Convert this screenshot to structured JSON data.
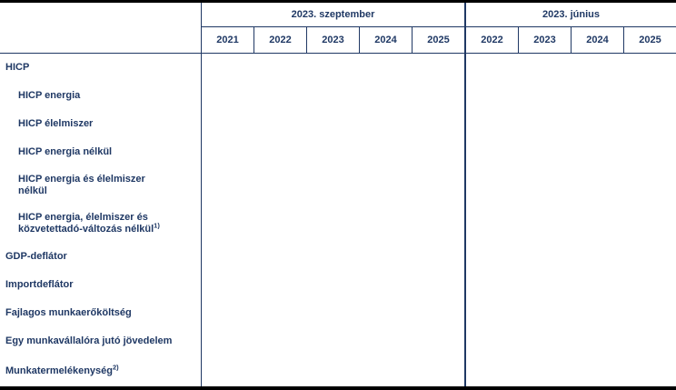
{
  "header": {
    "groups": [
      {
        "label": "2023. szeptember",
        "years": [
          "2021",
          "2022",
          "2023",
          "2024",
          "2025"
        ]
      },
      {
        "label": "2023. június",
        "years": [
          "2022",
          "2023",
          "2024",
          "2025"
        ]
      }
    ]
  },
  "rows": [
    {
      "label": "HICP",
      "sup": "",
      "indent": false
    },
    {
      "label": "HICP energia",
      "sup": "",
      "indent": true
    },
    {
      "label": "HICP élelmiszer",
      "sup": "",
      "indent": true
    },
    {
      "label": "HICP energia nélkül",
      "sup": "",
      "indent": true
    },
    {
      "label": "HICP energia és élelmiszer nélkül",
      "lines": [
        "HICP energia és élelmiszer",
        "nélkül"
      ],
      "sup": "",
      "indent": true
    },
    {
      "label": "HICP energia, élelmiszer és közvetettadó-változás nélkül",
      "lines": [
        "HICP energia, élelmiszer és",
        "közvetettadó-változás nélkül"
      ],
      "sup": "1)",
      "indent": true
    },
    {
      "label": "GDP-deflátor",
      "sup": "",
      "indent": false
    },
    {
      "label": "Importdeflátor",
      "sup": "",
      "indent": false
    },
    {
      "label": "Fajlagos munkaerőköltség",
      "sup": "",
      "indent": false
    },
    {
      "label": "Egy munkavállalóra jutó jövedelem",
      "sup": "",
      "indent": false
    },
    {
      "label": "Munkatermelékenység",
      "sup": "2)",
      "indent": false
    }
  ],
  "colors": {
    "text": "#1f3864",
    "grid_line": "#1f3864",
    "frame": "#000000",
    "background": "#ffffff"
  }
}
